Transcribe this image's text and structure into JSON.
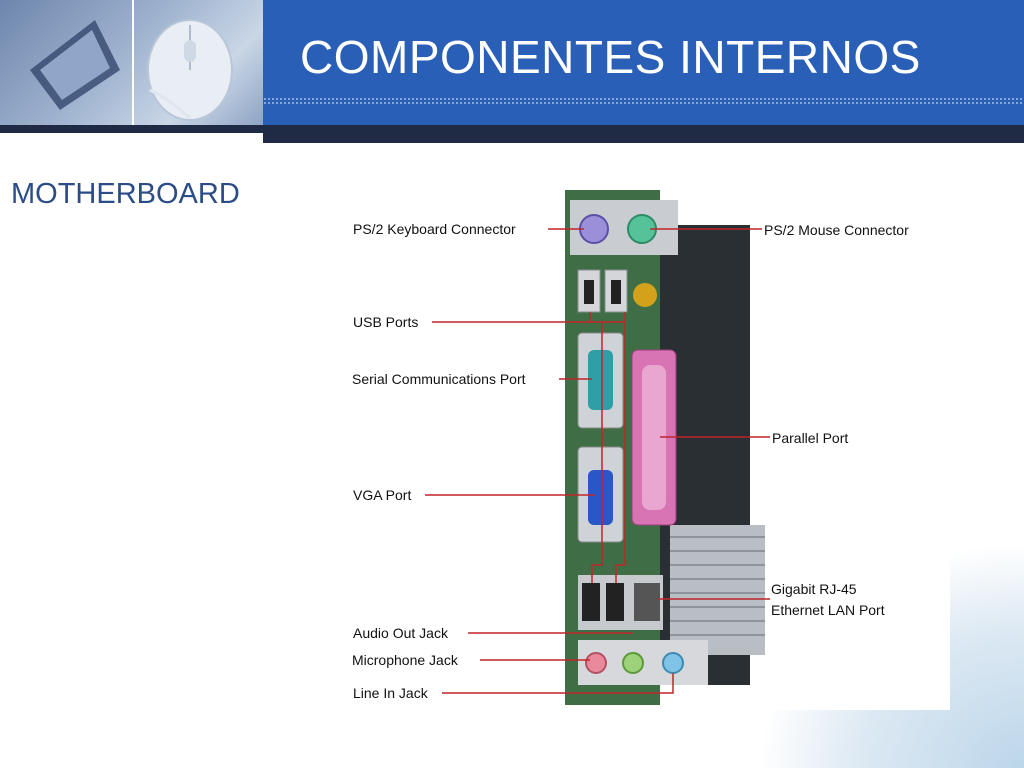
{
  "slide": {
    "title": "COMPONENTES INTERNOS",
    "subtitle": "MOTHERBOARD"
  },
  "diagram": {
    "labels": {
      "ps2_keyboard": "PS/2 Keyboard Connector",
      "ps2_mouse": "PS/2 Mouse Connector",
      "usb_ports": "USB Ports",
      "serial_port": "Serial Communications Port",
      "parallel_port": "Parallel Port",
      "vga_port": "VGA Port",
      "gigabit_line1": "Gigabit RJ-45",
      "gigabit_line2": "Ethernet LAN Port",
      "audio_out": "Audio Out Jack",
      "microphone": "Microphone Jack",
      "line_in": "Line In Jack"
    }
  },
  "colors": {
    "header_blue": "#2a5fb8",
    "header_dark": "#1f2a44",
    "subtitle": "#2b4c86",
    "leader_line": "#c0252a"
  }
}
